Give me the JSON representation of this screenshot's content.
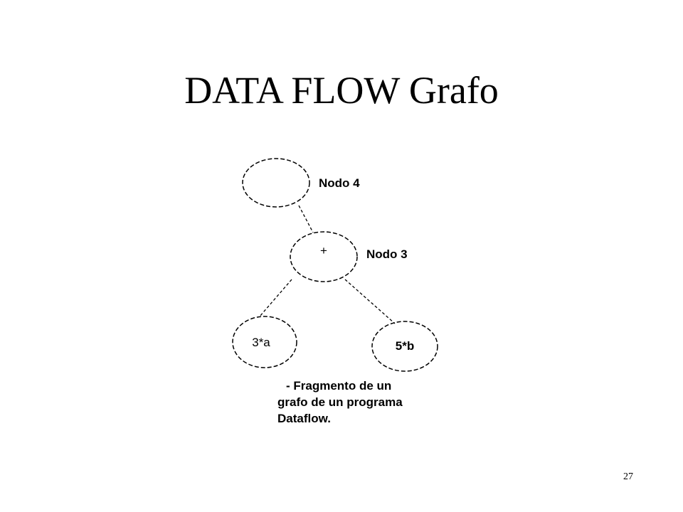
{
  "slide": {
    "title": "DATA FLOW Grafo",
    "page_number": "27"
  },
  "diagram": {
    "nodes": [
      {
        "id": "nodo4",
        "content": "",
        "label": "Nodo 4"
      },
      {
        "id": "nodo3",
        "content": "+",
        "label": "Nodo 3"
      },
      {
        "id": "left-operand",
        "content": "3*a",
        "label": ""
      },
      {
        "id": "right-operand",
        "content": "5*b",
        "label": ""
      }
    ],
    "edges": [
      {
        "from": "nodo3",
        "to": "nodo4"
      },
      {
        "from": "left-operand",
        "to": "nodo3"
      },
      {
        "from": "right-operand",
        "to": "nodo3"
      }
    ],
    "caption_lines": [
      "- Fragmento de un",
      "grafo de un programa",
      "Dataflow."
    ]
  }
}
